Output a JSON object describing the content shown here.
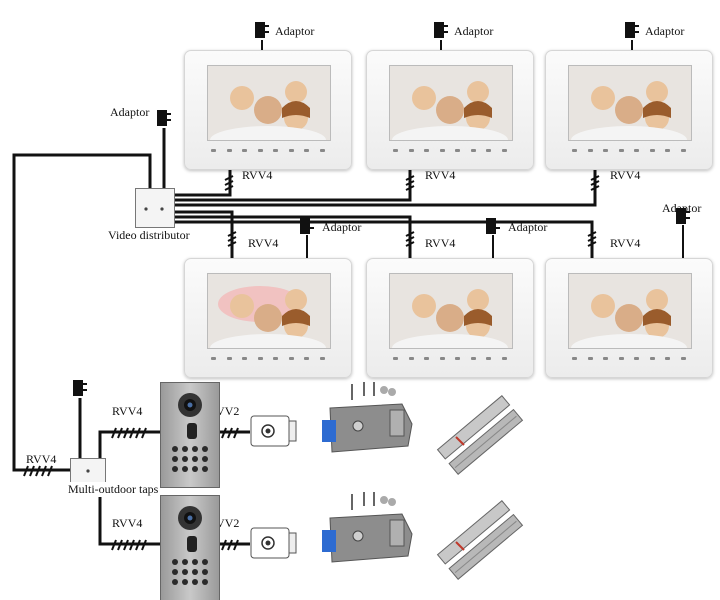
{
  "labels": {
    "adaptor": "Adaptor",
    "rvv4": "RVV4",
    "rvv2": "RVV2",
    "video_distributor": "Video distributor",
    "multi_outdoor_taps": "Multi-outdoor taps"
  },
  "icons": {
    "adaptor": "power-adaptor-icon",
    "monitor": "video-monitor-icon",
    "door_station": "door-station-icon",
    "exit_button": "exit-button-icon",
    "electric_lock": "electric-lock-icon",
    "magnetic_lock": "magnetic-lock-icon"
  },
  "colors": {
    "wire": "#111111",
    "monitor_body": "#f3f3f3",
    "panel_metal": "#b5b5b5"
  }
}
